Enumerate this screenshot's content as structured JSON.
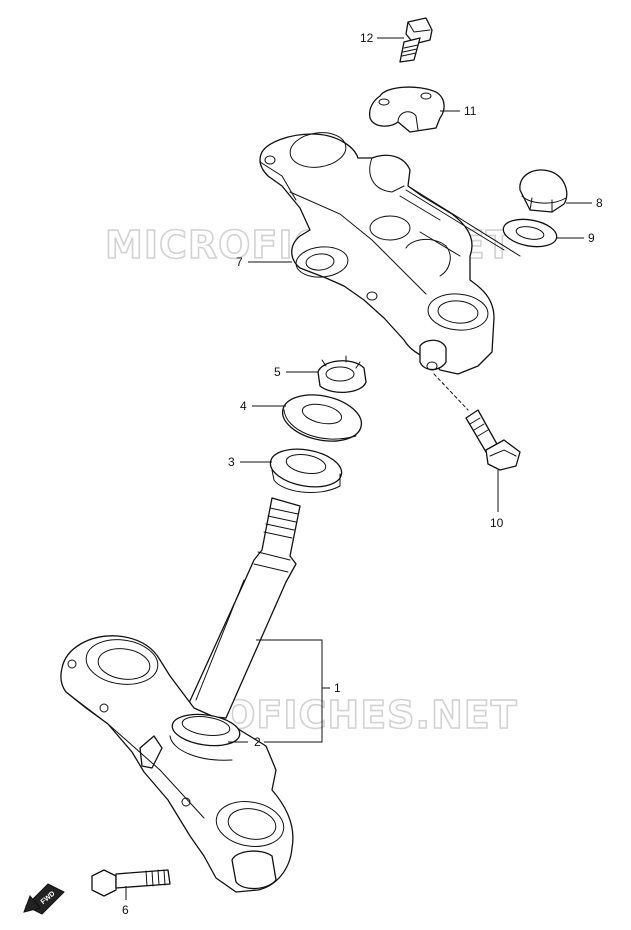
{
  "watermarks": [
    "MICROFICHES.NET",
    "MICROFICHES.NET"
  ],
  "forward_badge": "FWD",
  "callouts": [
    {
      "id": "12",
      "label": "12"
    },
    {
      "id": "11",
      "label": "11"
    },
    {
      "id": "8",
      "label": "8"
    },
    {
      "id": "9",
      "label": "9"
    },
    {
      "id": "7",
      "label": "7"
    },
    {
      "id": "5",
      "label": "5"
    },
    {
      "id": "4",
      "label": "4"
    },
    {
      "id": "3",
      "label": "3"
    },
    {
      "id": "10",
      "label": "10"
    },
    {
      "id": "1",
      "label": "1"
    },
    {
      "id": "2",
      "label": "2"
    },
    {
      "id": "6",
      "label": "6"
    }
  ]
}
